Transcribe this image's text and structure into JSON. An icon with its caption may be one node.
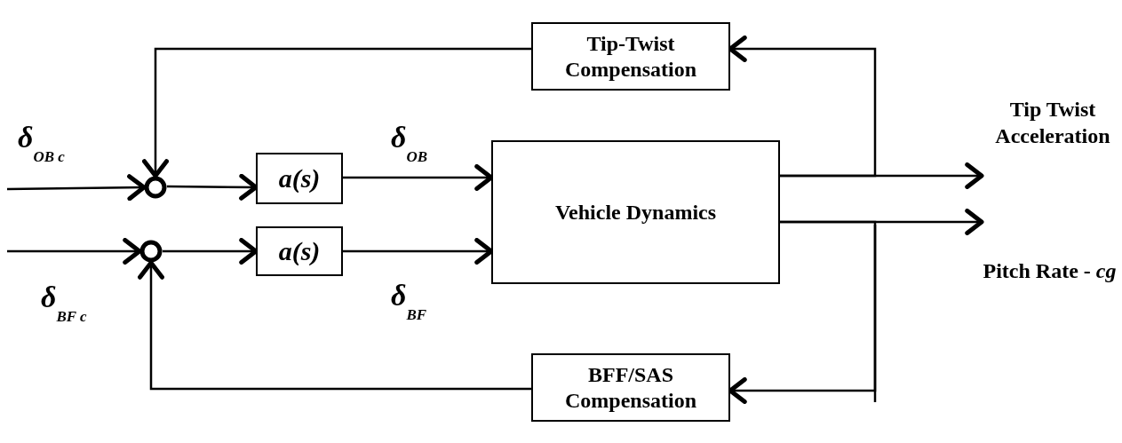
{
  "diagram": {
    "nodes": [
      {
        "text": [
          "Tip-Twist Compensation"
        ]
      },
      {
        "text": [],
        "shape": "circle"
      },
      {
        "text": [
          "a(s)"
        ]
      },
      {
        "text": [],
        "shape": "circle"
      },
      {
        "text": [
          "a(s)"
        ]
      },
      {
        "text": [
          "Vehicle Dynamics"
        ]
      },
      {
        "text": [
          "BFF/SAS Compensation"
        ]
      }
    ],
    "edges": [
      {
        "from": null,
        "to": 1,
        "arrow": "to",
        "label": "δ$_{OB c}$"
      },
      {
        "from": 1,
        "to": 2,
        "arrow": "to"
      },
      {
        "from": 2,
        "to": 5,
        "arrow": "to",
        "label": "δ$_{OB}$"
      },
      {
        "from": null,
        "to": 3,
        "arrow": "to",
        "label": "δ$_{BF c}$"
      },
      {
        "from": 3,
        "to": 4,
        "arrow": "to"
      },
      {
        "from": 4,
        "to": 5,
        "arrow": "to",
        "label": "δ$_{BF}$"
      },
      {
        "from": 5,
        "to": null,
        "arrow": "to"
      },
      {
        "from": 5,
        "to": null,
        "arrow": "to"
      },
      {
        "from": 5,
        "to": 0,
        "arrow": "to"
      },
      {
        "from": 0,
        "to": 1,
        "arrow": "to"
      },
      {
        "from": 5,
        "to": 6,
        "arrow": "to"
      },
      {
        "from": 6,
        "to": 3,
        "arrow": "to"
      }
    ],
    "labels": [
      "Tip Twist Acceleration",
      "Pitch Rate - *cg*"
    ]
  }
}
